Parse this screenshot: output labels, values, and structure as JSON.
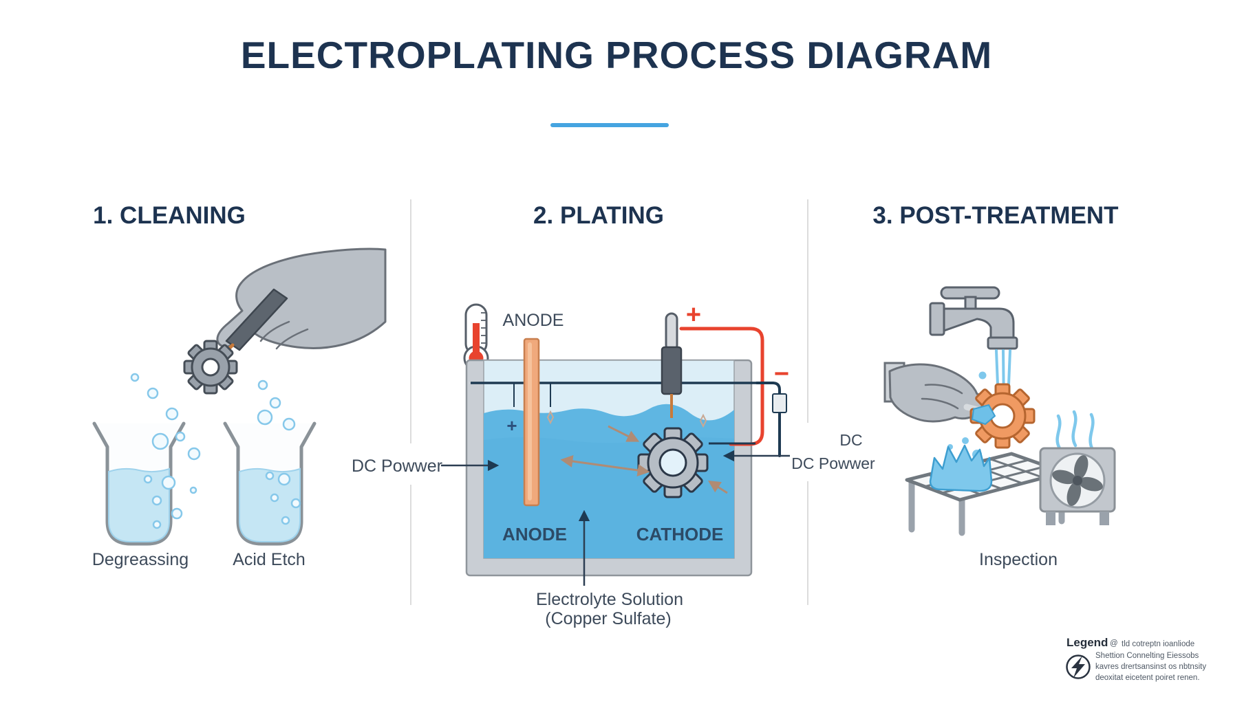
{
  "title": "ELECTROPLATING PROCESS DIAGRAM",
  "sections": {
    "cleaning": {
      "heading": "1. CLEANING",
      "beaker1_label": "Degreassing",
      "beaker2_label": "Acid Etch"
    },
    "plating": {
      "heading": "2. PLATING",
      "anode_top_label": "ANODE",
      "anode_bottom_label": "ANODE",
      "cathode_label": "CATHODE",
      "dc_power_left_label": "DC Powwer",
      "dc_right_line1": "DC",
      "dc_right_line2": "DC Powwer",
      "plus_symbol": "+",
      "minus_symbol": "−",
      "bath_plus_symbol": "+",
      "electrolyte_line1": "Electrolyte Solution",
      "electrolyte_line2": "(Copper Sulfate)"
    },
    "post_treatment": {
      "heading": "3. POST-TREATMENT",
      "inspection_label": "Inspection"
    }
  },
  "legend": {
    "title": "Legend",
    "symbol": "@",
    "line1": "tld cotreptn ioanliode",
    "line2": "Shettion Connelting Eiessobs",
    "line3": "kavres drertsansinst os nbtnsity",
    "line4": "deoxitat eicetent poiret renen."
  },
  "colors": {
    "title_navy": "#1d3350",
    "accent_blue": "#45a4e0",
    "water_blue": "#5fb6e2",
    "water_pale": "#dceef7",
    "beaker_water": "#c5e6f4",
    "copper_anode": "#f0a97c",
    "wire_red": "#e8432e",
    "wire_navy": "#1e3a52",
    "gear_gray": "#b6bdc5",
    "gear_orange": "#f09a62",
    "metal_gray": "#b9bfc6"
  }
}
